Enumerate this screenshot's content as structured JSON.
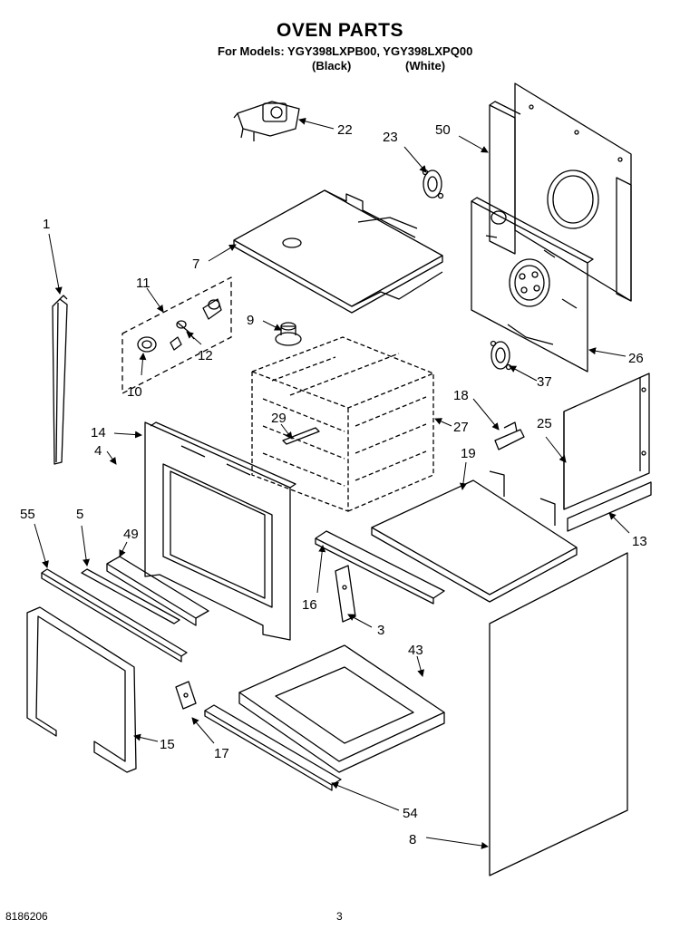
{
  "header": {
    "title": "OVEN PARTS",
    "subtitle": "For Models: YGY398LXPB00, YGY398LXPQ00",
    "variant_black": "(Black)",
    "variant_white": "(White)"
  },
  "footer": {
    "doc_number": "8186206",
    "page_number": "3"
  },
  "callouts": {
    "p1": "1",
    "p3": "3",
    "p4": "4",
    "p5": "5",
    "p7": "7",
    "p8": "8",
    "p9": "9",
    "p10": "10",
    "p11": "11",
    "p12": "12",
    "p13": "13",
    "p14": "14",
    "p15": "15",
    "p16": "16",
    "p17": "17",
    "p18": "18",
    "p19": "19",
    "p22": "22",
    "p23": "23",
    "p25": "25",
    "p26": "26",
    "p27": "27",
    "p29": "29",
    "p37": "37",
    "p43": "43",
    "p49": "49",
    "p50": "50",
    "p54": "54",
    "p55": "55"
  }
}
